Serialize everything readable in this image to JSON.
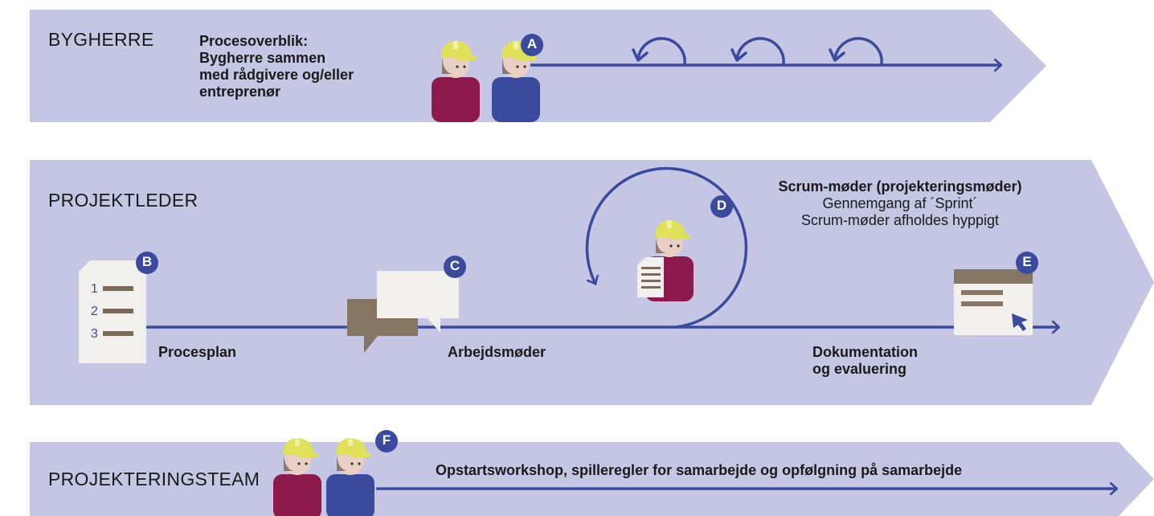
{
  "colors": {
    "band": "#c5c6e3",
    "flow": "#3a4a9c",
    "badge": "#3a4a9c",
    "helmet": "#dfe258",
    "shirt_red": "#8c1a4a",
    "shirt_blue": "#3a4a9c",
    "skin": "#ead0c4",
    "hair": "#8a7a6c",
    "bubble_dark": "#857663",
    "bubble_light": "#f2f0ec",
    "doc_line": "#7a6a5a"
  },
  "bygherre": {
    "title": "BYGHERRE",
    "description": [
      "Procesoverblik:",
      "Bygherre sammen",
      "med rådgivere og/eller",
      "entreprenør"
    ],
    "badge": "A"
  },
  "projektleder": {
    "title": "PROJEKTLEDER",
    "plan": {
      "badge": "B",
      "numbers": [
        "1",
        "2",
        "3"
      ],
      "label": "Procesplan"
    },
    "meetings": {
      "badge": "C",
      "label": "Arbejdsmøder"
    },
    "scrum": {
      "badge": "D",
      "heading": "Scrum-møder (projekteringsmøder)",
      "lines": [
        "Gennemgang af ´Sprint´",
        "Scrum-møder afholdes hyppigt"
      ]
    },
    "documentation": {
      "badge": "E",
      "label": [
        "Dokumentation",
        "og evaluering"
      ]
    }
  },
  "projekteringsteam": {
    "title": "PROJEKTERINGSTEAM",
    "badge": "F",
    "description": "Opstartsworkshop, spilleregler for samarbejde og opfølgning på samarbejde"
  }
}
